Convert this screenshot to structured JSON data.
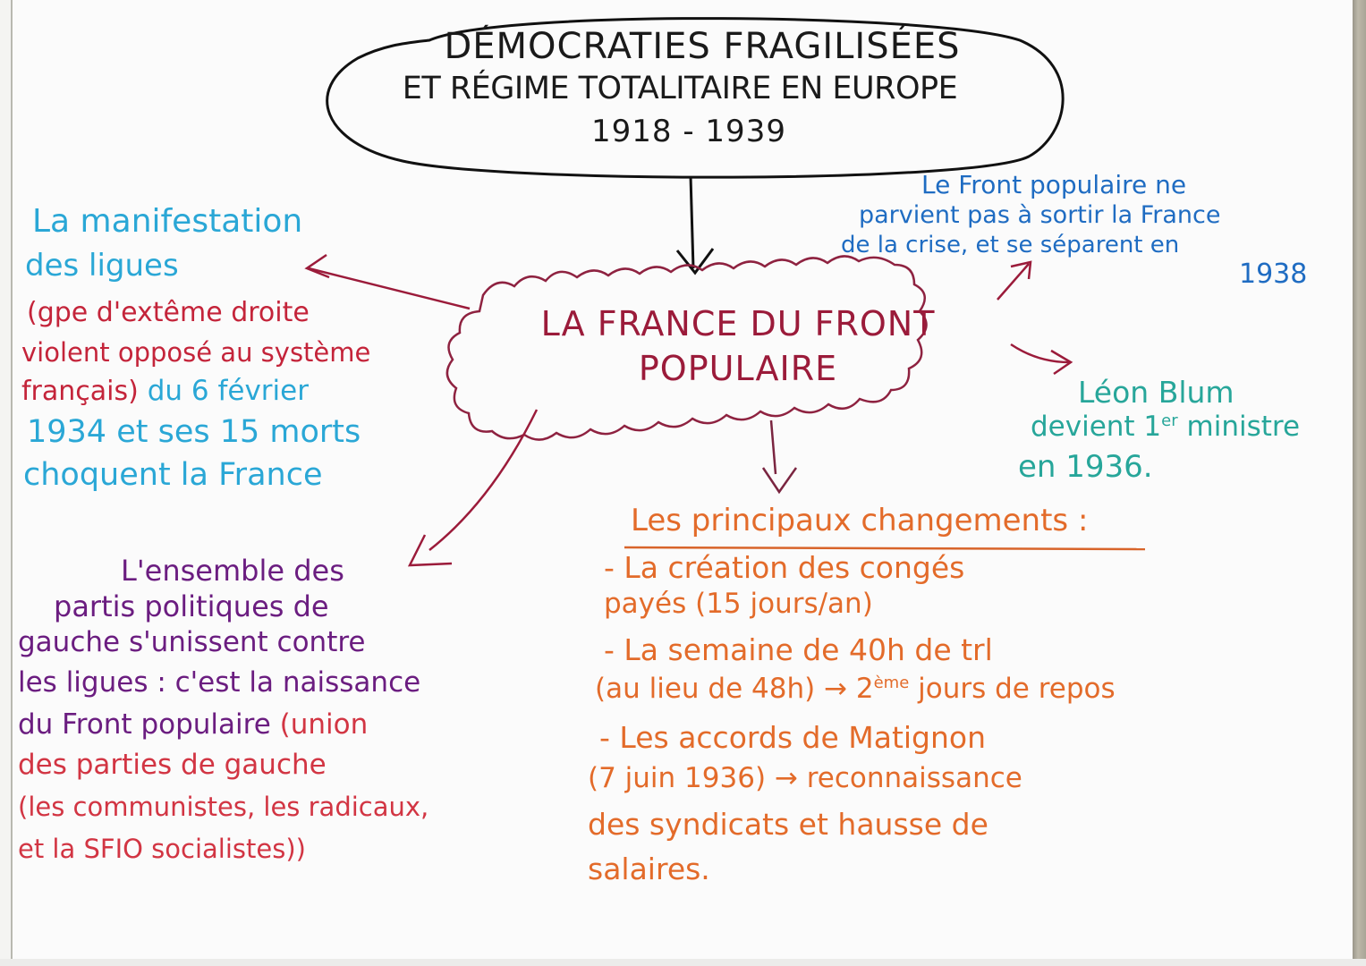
{
  "main_title": {
    "line1": "DÉMOCRATIES FRAGILISÉES",
    "line2": "ET RÉGIME TOTALITAIRE EN EUROPE",
    "line3": "1918 - 1939"
  },
  "central_node": {
    "line1": "LA FRANCE DU FRONT",
    "line2": "POPULAIRE"
  },
  "branches": {
    "ligues": {
      "line1": "La manifestation",
      "line2": "des ligues",
      "line3": "(gpe d'extême droite",
      "line4": "violent opposé au système",
      "line5a": "français)",
      "line5b": " du 6 février",
      "line6": "1934 et ses 15 morts",
      "line7": "choquent la France"
    },
    "echec": {
      "line1": "Le Front populaire ne",
      "line2": "parvient pas à sortir la France",
      "line3": "de la crise, et se séparent en",
      "line4": "1938"
    },
    "blum": {
      "line1": "Léon Blum",
      "line2a": "devient 1",
      "line2sup": "er",
      "line2b": " ministre",
      "line3": "en 1936."
    },
    "union": {
      "line1": "L'ensemble des",
      "line2": "partis politiques de",
      "line3": "gauche s'unissent contre",
      "line4": "les ligues : c'est la naissance",
      "line5a": "du Front populaire ",
      "line5b": "(union",
      "line6": "des parties de gauche",
      "line7": "(les communistes, les radicaux,",
      "line8": "et la SFIO socialistes))"
    },
    "changements": {
      "heading": "Les principaux changements :",
      "line1": "- La création des congés",
      "line2": "payés (15 jours/an)",
      "line3": "- La semaine de 40h de trl",
      "line4a": "(au lieu de 48h) → 2",
      "line4sup": "ème",
      "line4b": " jours de repos",
      "line5": "- Les accords de Matignon",
      "line6": "(7 juin 1936) → reconnaissance",
      "line7": "des syndicats et hausse de",
      "line8": "salaires."
    }
  },
  "colors": {
    "title_ink": "#1a1a1a",
    "central_ink": "#9b1b3a",
    "blue": "#1f6cc2",
    "cyan": "#2aa7d6",
    "red": "#c4243a",
    "teal": "#27a69a",
    "purple": "#6b1d80",
    "orange": "#e36b2a"
  }
}
